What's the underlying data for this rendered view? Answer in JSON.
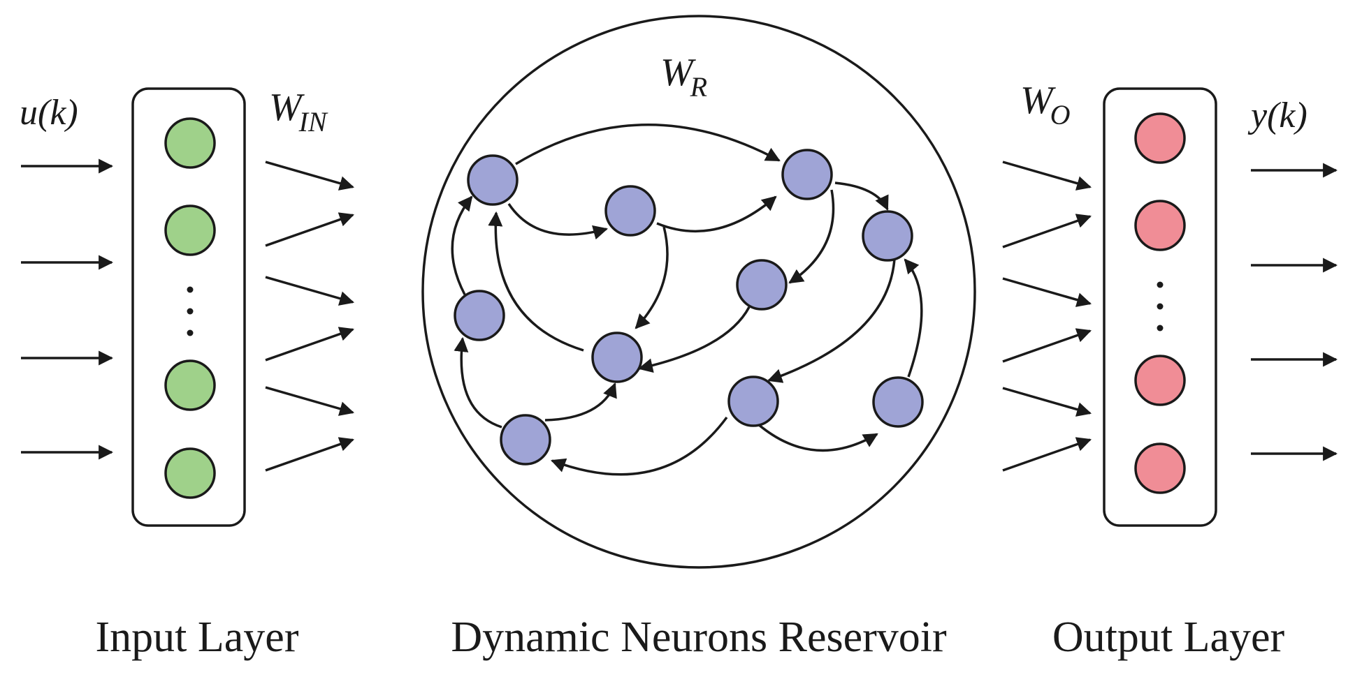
{
  "labels": {
    "input_signal": "u(k)",
    "input_weights_main": "W",
    "input_weights_sub": "IN",
    "reservoir_weights_main": "W",
    "reservoir_weights_sub": "R",
    "output_weights_main": "W",
    "output_weights_sub": "O",
    "output_signal": "y(k)",
    "input_layer": "Input Layer",
    "reservoir": "Dynamic Neurons Reservoir",
    "output_layer": "Output Layer"
  },
  "colors": {
    "input_neuron": "#9fd18a",
    "reservoir_neuron": "#9fa4d6",
    "output_neuron": "#f08d96",
    "stroke": "#1a1a1a"
  }
}
